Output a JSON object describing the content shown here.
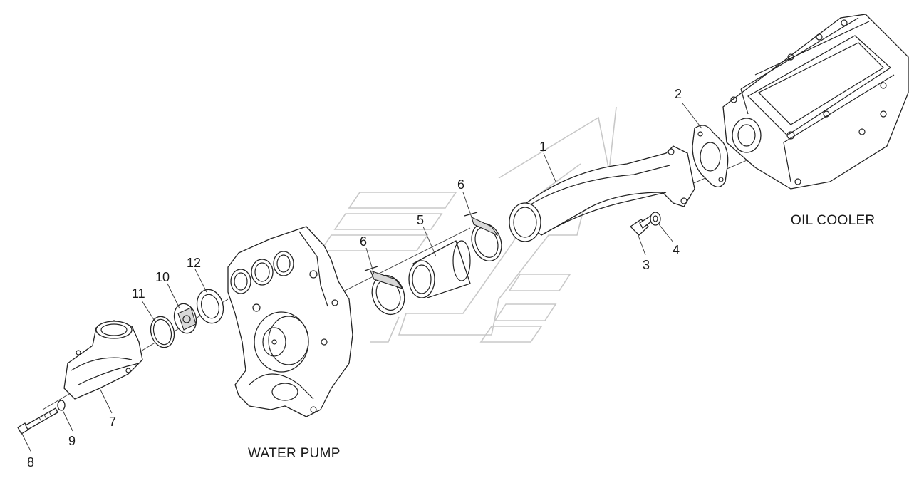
{
  "captions": {
    "water_pump": "WATER PUMP",
    "oil_cooler": "OIL COOLER"
  },
  "callouts": [
    {
      "id": "1",
      "text": "1",
      "part": "coolant-pipe"
    },
    {
      "id": "2",
      "text": "2",
      "part": "pipe-gasket"
    },
    {
      "id": "3",
      "text": "3",
      "part": "pipe-bolt"
    },
    {
      "id": "4",
      "text": "4",
      "part": "pipe-washer"
    },
    {
      "id": "5",
      "text": "5",
      "part": "rubber-hose"
    },
    {
      "id": "6a",
      "text": "6",
      "part": "hose-clamp-upper"
    },
    {
      "id": "6b",
      "text": "6",
      "part": "hose-clamp-lower"
    },
    {
      "id": "7",
      "text": "7",
      "part": "thermostat-housing"
    },
    {
      "id": "8",
      "text": "8",
      "part": "housing-bolt"
    },
    {
      "id": "9",
      "text": "9",
      "part": "housing-washer"
    },
    {
      "id": "10",
      "text": "10",
      "part": "thermostat"
    },
    {
      "id": "11",
      "text": "11",
      "part": "o-ring"
    },
    {
      "id": "12",
      "text": "12",
      "part": "thermostat-gasket"
    }
  ]
}
